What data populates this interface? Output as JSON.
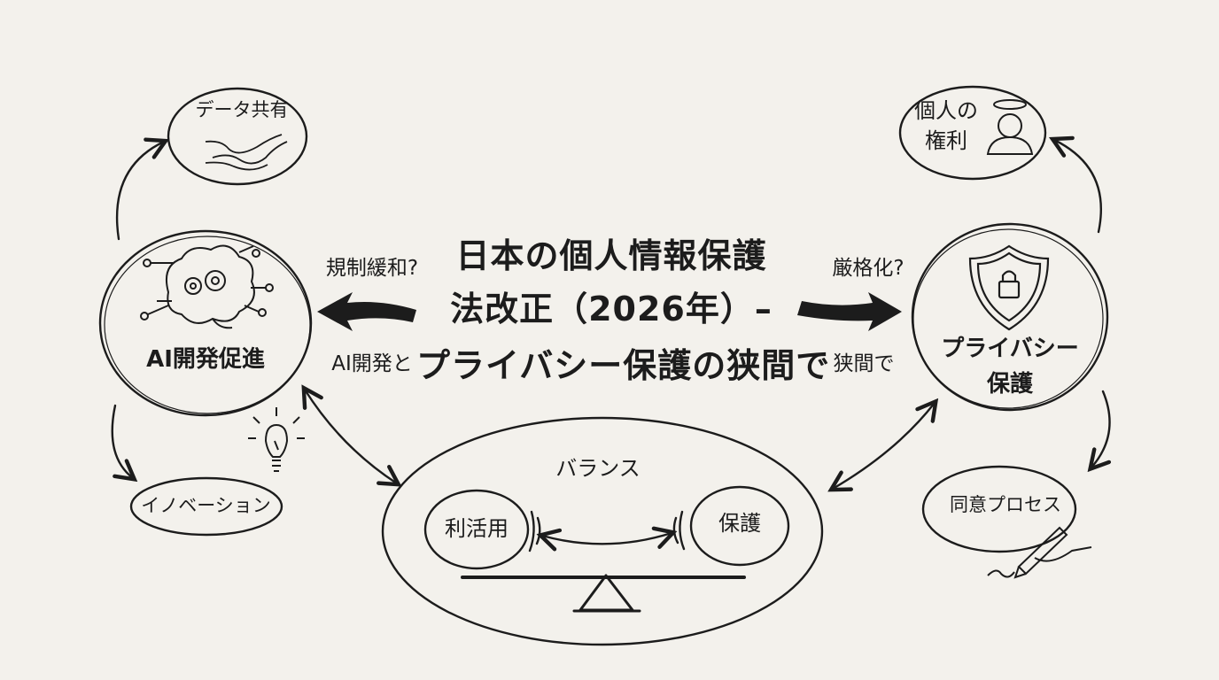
{
  "title": {
    "line1": "日本の個人情報保護",
    "line2": "法改正（2026年）–",
    "line3": "プライバシー保護の狭間で"
  },
  "left_labels": {
    "top": "規制緩和?",
    "bottom": "AI開発と"
  },
  "right_labels": {
    "top": "厳格化?",
    "bottom": "狭間で"
  },
  "nodes": {
    "ai_development": "AI開発促進",
    "privacy_line1": "プライバシー",
    "privacy_line2": "保護",
    "data_sharing": "データ共有",
    "innovation": "イノベーション",
    "individual_rights_line1": "個人の",
    "individual_rights_line2": "権利",
    "consent_process": "同意プロセス"
  },
  "balance": {
    "label": "バランス",
    "left_weight": "利活用",
    "right_weight": "保護"
  },
  "icons": [
    "brain-gears-icon",
    "shield-lock-icon",
    "river-icon",
    "lightbulb-icon",
    "person-halo-icon",
    "pen-signature-icon",
    "seesaw-icon"
  ]
}
